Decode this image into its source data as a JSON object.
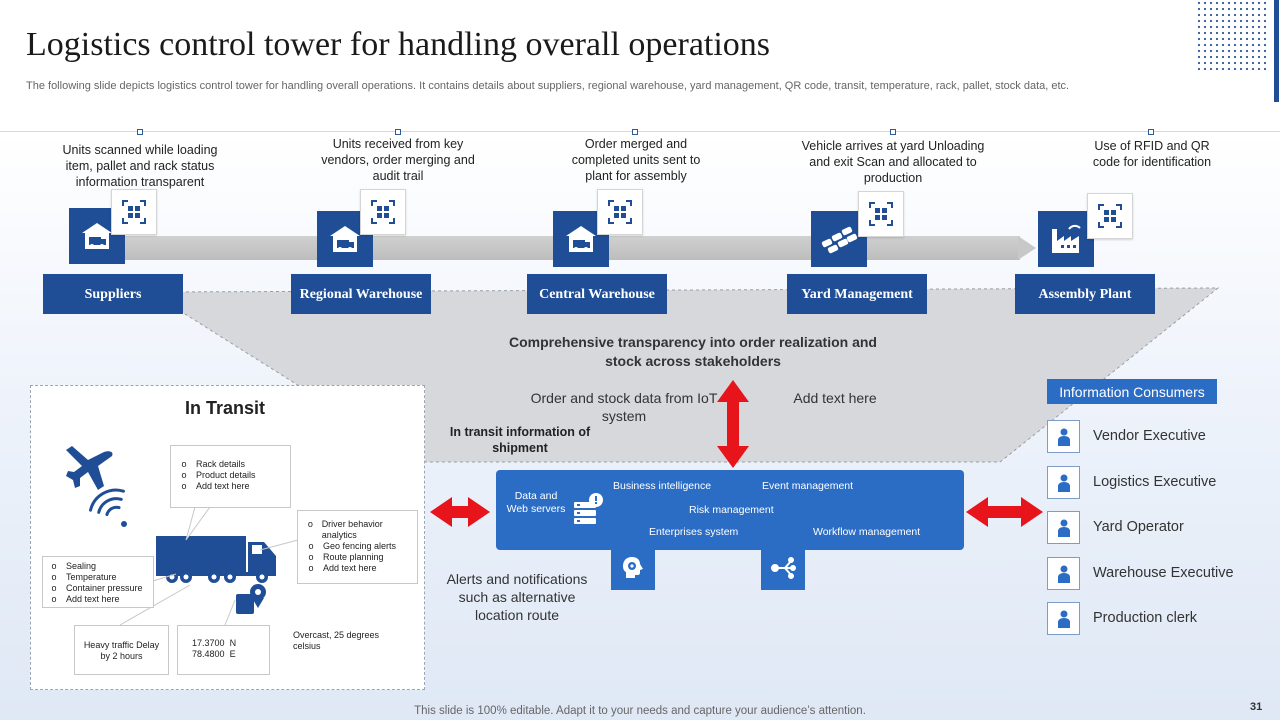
{
  "title": "Logistics control tower for handling overall operations",
  "subtitle": "The following slide depicts logistics control tower for handling overall operations. It contains details about suppliers, regional warehouse, yard management, QR code, transit, temperature, rack, pallet, stock data, etc.",
  "stages": [
    {
      "label": "Suppliers",
      "desc": "Units scanned while loading item, pallet and rack status information transparent",
      "icon": "warehouse-truck-icon"
    },
    {
      "label": "Regional Warehouse",
      "desc": "Units received  from key vendors,  order merging  and audit trail",
      "icon": "warehouse-truck-icon"
    },
    {
      "label": "Central Warehouse",
      "desc": "Order merged and completed units sent to plant for assembly",
      "icon": "warehouse-truck-icon"
    },
    {
      "label": "Yard Management",
      "desc": "Vehicle arrives  at yard Unloading and exit Scan and allocated to production",
      "icon": "vehicle-fleet-icon"
    },
    {
      "label": "Assembly Plant",
      "desc": "Use of RFID and QR code for identification",
      "icon": "factory-icon"
    }
  ],
  "funnel": {
    "headline": "Comprehensive transparency into order realization and stock across stakeholders",
    "left_text": "Order and stock data from IoT system",
    "right_text": "Add text here"
  },
  "transit": {
    "title": "In Transit",
    "shipment_info": "In transit information of shipment",
    "callout_top": [
      "Rack details",
      "Product details",
      "Add text here"
    ],
    "callout_right": [
      "Driver behavior analytics",
      "Geo fencing alerts",
      "Route planning",
      "Add text here"
    ],
    "callout_left": [
      "Sealing",
      "Temperature",
      "Container pressure",
      "Add text here"
    ],
    "traffic": "Heavy traffic Delay by 2 hours",
    "coord_n": "17.3700",
    "coord_n_unit": "N",
    "coord_e": "78.4800",
    "coord_e_unit": "E",
    "weather": "Overcast, 25 degrees celsius",
    "bullet": "o"
  },
  "panel": {
    "servers": "Data and Web servers",
    "items": [
      "Business intelligence",
      "Event management",
      "Risk management",
      "Enterprises system",
      "Workflow management"
    ]
  },
  "alerts_text": "Alerts and notifications such as alternative location route",
  "consumers": {
    "heading": "Information Consumers",
    "items": [
      "Vendor Executive",
      "Logistics Executive",
      "Yard Operator",
      "Warehouse Executive",
      "Production clerk"
    ]
  },
  "footer": "This slide is 100% editable. Adapt it to your needs and capture your audience’s attention.",
  "page_number": "31",
  "colors": {
    "primary": "#1f4e96",
    "accent": "#2b6cc4",
    "arrow": "#e8141c"
  }
}
